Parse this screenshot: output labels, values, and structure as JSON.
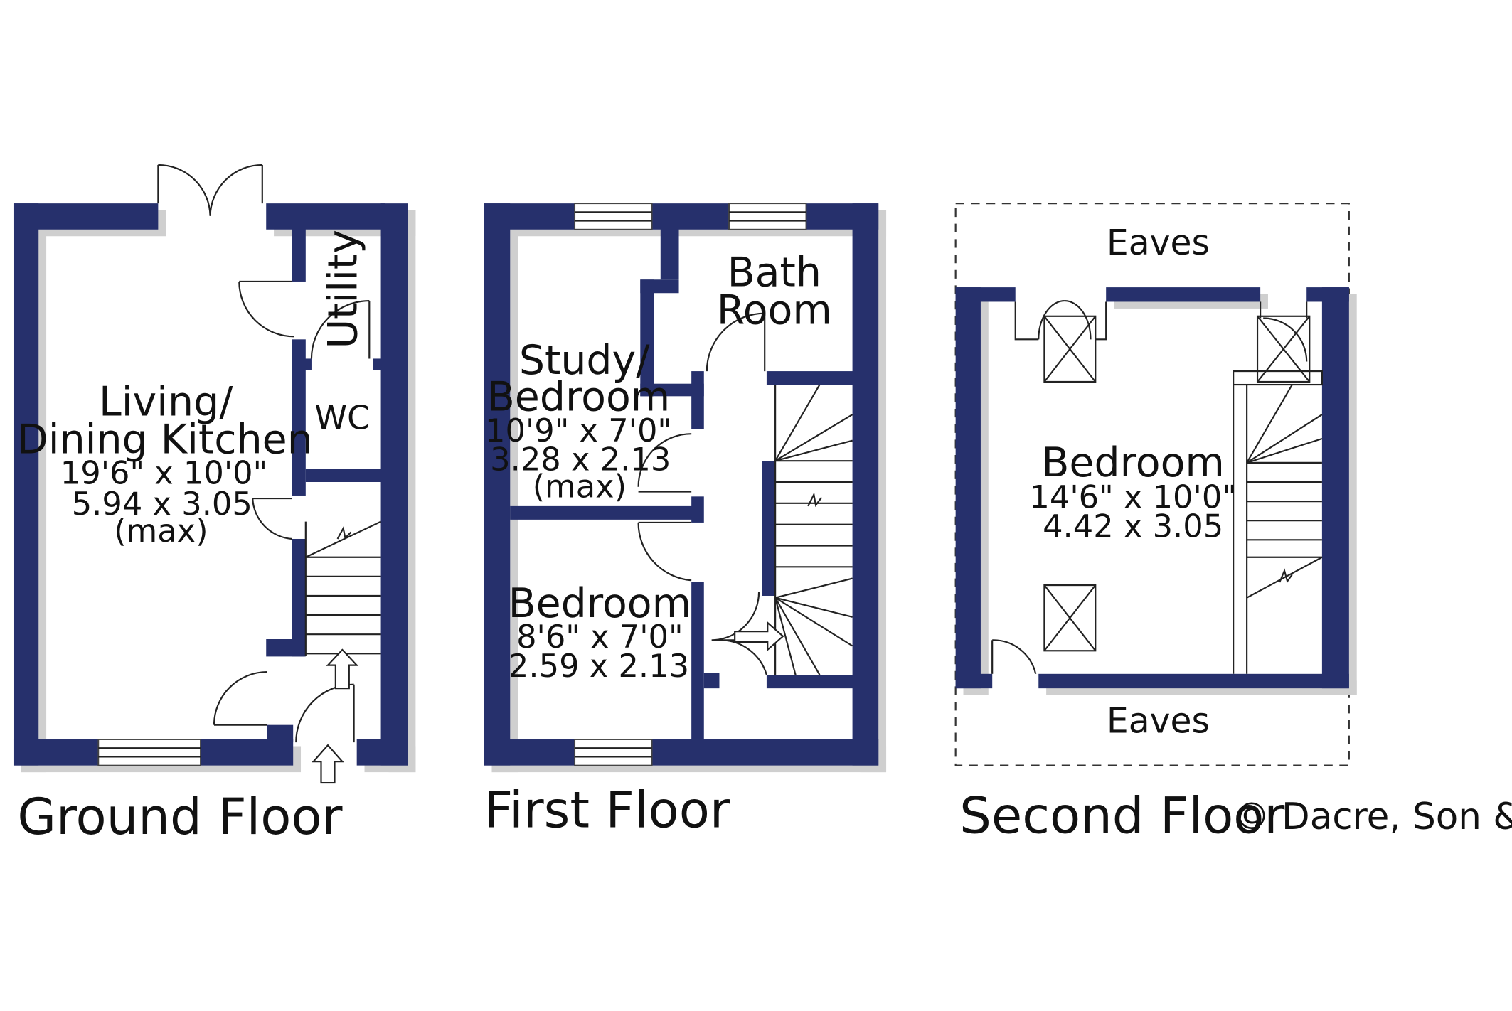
{
  "floors": {
    "ground": {
      "title": "Ground Floor",
      "living": {
        "name_line1": "Living/",
        "name_line2": "Dining Kitchen",
        "imperial": "19'6\"  x  10'0\"",
        "metric": "5.94  x  3.05",
        "note": "(max)"
      },
      "utility": {
        "name": "Utility"
      },
      "wc": {
        "name": "WC"
      }
    },
    "first": {
      "title": "First Floor",
      "bathroom": {
        "name_line1": "Bath",
        "name_line2": "Room"
      },
      "study": {
        "name_line1": "Study/",
        "name_line2": "Bedroom",
        "imperial": "10'9\"  x  7'0\"",
        "metric": "3.28  x  2.13",
        "note": "(max)"
      },
      "bedroom": {
        "name": "Bedroom",
        "imperial": "8'6\"  x  7'0\"",
        "metric": "2.59  x  2.13"
      }
    },
    "second": {
      "title": "Second Floor",
      "eaves_top": "Eaves",
      "eaves_bottom": "Eaves",
      "bedroom": {
        "name": "Bedroom",
        "imperial": "14'6\"  x  10'0\"",
        "metric": "4.42  x  3.05"
      }
    }
  },
  "copyright": "© Dacre, Son & Hartley",
  "colors": {
    "wall": "#26306c",
    "shadow": "#cfcfcf",
    "line": "#222222"
  }
}
